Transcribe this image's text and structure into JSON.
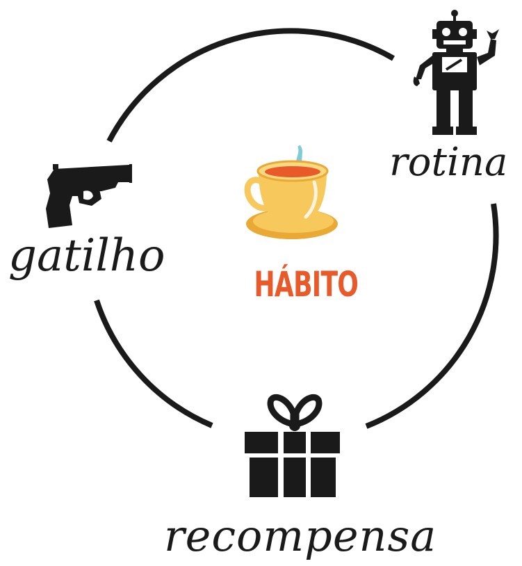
{
  "center": {
    "label": "HÁBITO",
    "icon": "coffee-cup-icon",
    "color": "#e85a2a"
  },
  "steps": [
    {
      "id": "trigger",
      "label": "gatilho",
      "icon": "pistol-icon"
    },
    {
      "id": "routine",
      "label": "rotina",
      "icon": "robot-icon"
    },
    {
      "id": "reward",
      "label": "recompensa",
      "icon": "gift-box-icon"
    }
  ],
  "colors": {
    "ink": "#1a1a1a",
    "cup": "#f7c95c",
    "cup_dark": "#e9a934",
    "steam": "#7ecbd9",
    "tea": "#e85a2a"
  }
}
